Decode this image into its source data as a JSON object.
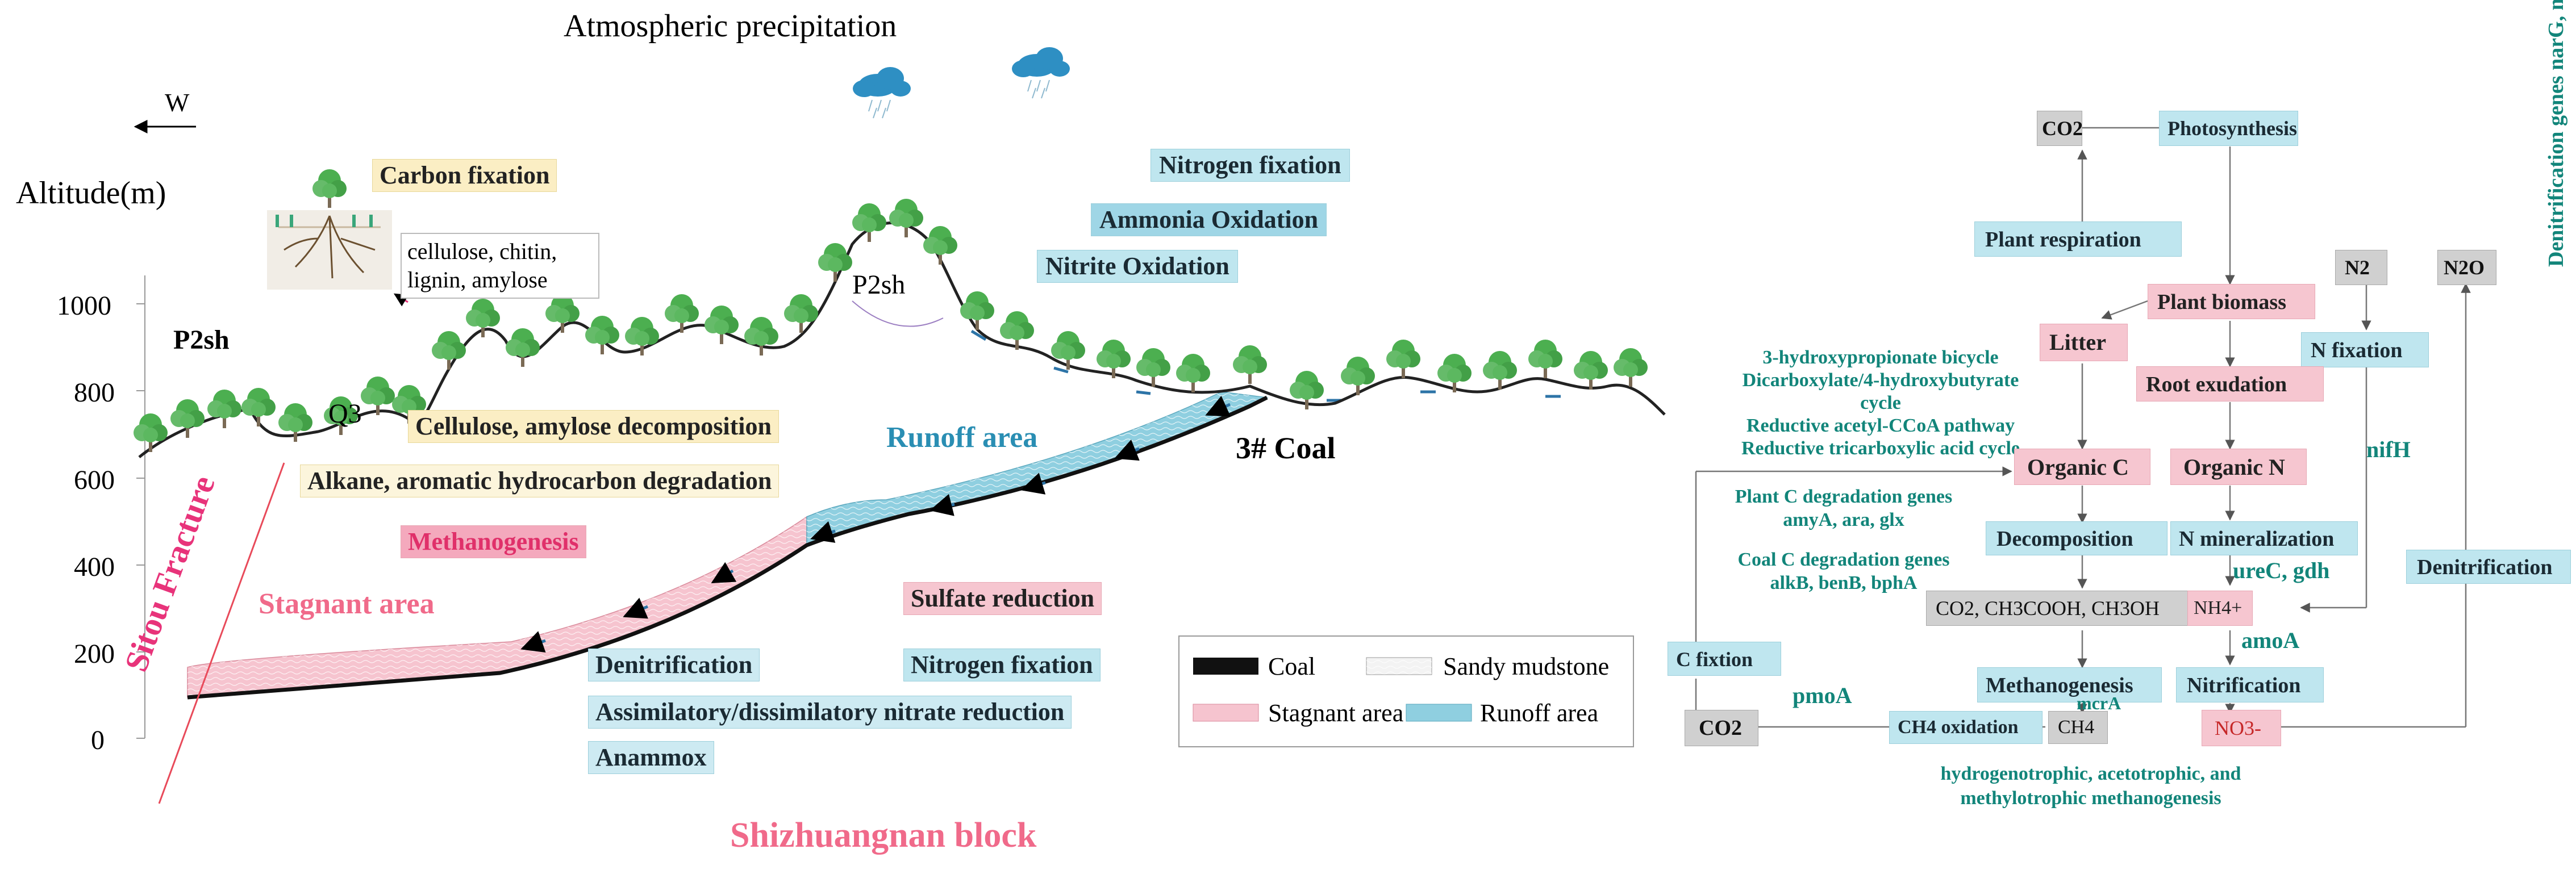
{
  "geology": {
    "title": "Atmospheric precipitation",
    "direction": "W",
    "altitude_label": "Altitude(m)",
    "y_ticks": [
      "1000",
      "800",
      "600",
      "400",
      "200",
      "0"
    ],
    "strata": {
      "p2sh_left": "P2sh",
      "q3": "Q3",
      "p2sh_peak": "P2sh"
    },
    "plant_label": "cellulose, chitin, lignin, amylose",
    "coal_label": "3# Coal",
    "fracture_label": "Sitou Fracture",
    "stagnant_label": "Stagnant area",
    "runoff_label": "Runoff area",
    "block_label": "Shizhuangnan block",
    "processes": {
      "carbon_fixation": "Carbon fixation",
      "nitrogen_fixation_top": "Nitrogen fixation",
      "ammonia_oxidation": "Ammonia Oxidation",
      "nitrite_oxidation": "Nitrite Oxidation",
      "cellulose_decomp": "Cellulose, amylose decomposition",
      "alkane_degradation": "Alkane, aromatic hydrocarbon degradation",
      "methanogenesis": "Methanogenesis",
      "sulfate_reduction": "Sulfate reduction",
      "denitrification": "Denitrification",
      "nitrogen_fixation_bottom": "Nitrogen fixation",
      "nitrate_reduction": "Assimilatory/dissimilatory  nitrate reduction",
      "anammox": "Anammox"
    },
    "legend": {
      "coal": "Coal",
      "sandy": "Sandy mudstone",
      "stagnant": "Stagnant area",
      "runoff": "Runoff area"
    }
  },
  "cycle": {
    "co2_top": "CO2",
    "photosynthesis": "Photosynthesis",
    "plant_respiration": "Plant respiration",
    "plant_biomass": "Plant biomass",
    "n2": "N2",
    "n2o": "N2O",
    "litter": "Litter",
    "n_fixation": "N fixation",
    "root_exudation": "Root exudation",
    "pathways": [
      "3-hydroxypropionate bicycle",
      "Dicarboxylate/4-hydroxybutyrate cycle",
      "Reductive acetyl-CCoA pathway",
      "Reductive tricarboxylic acid cycle"
    ],
    "organic_c": "Organic C",
    "organic_n": "Organic N",
    "nifh": "nifH",
    "denit_genes": "Denitrification genes narG, nosZ",
    "plant_c_genes": [
      "Plant C degradation genes",
      "amyA, ara, glx"
    ],
    "coal_c_genes": [
      "Coal C degradation genes",
      "alkB, benB, bphA"
    ],
    "decomposition": "Decomposition",
    "n_mineralization": "N mineralization",
    "urec": "ureC, gdh",
    "denitrification": "Denitrification",
    "compounds": "CO2, CH3COOH, CH3OH",
    "nh4": "NH4+",
    "amoa": "amoA",
    "c_fixation": "C fixtion",
    "methanogenesis": "Methanogenesis",
    "nitrification": "Nitrification",
    "mcra": "mcrA",
    "pmoa": "pmoA",
    "co2_bottom": "CO2",
    "ch4_oxidation": "CH4 oxidation",
    "ch4": "CH4",
    "no3": "NO3-",
    "methanogenesis_types": [
      "hydrogenotrophic, acetotrophic, and",
      "methylotrophic methanogenesis"
    ]
  }
}
